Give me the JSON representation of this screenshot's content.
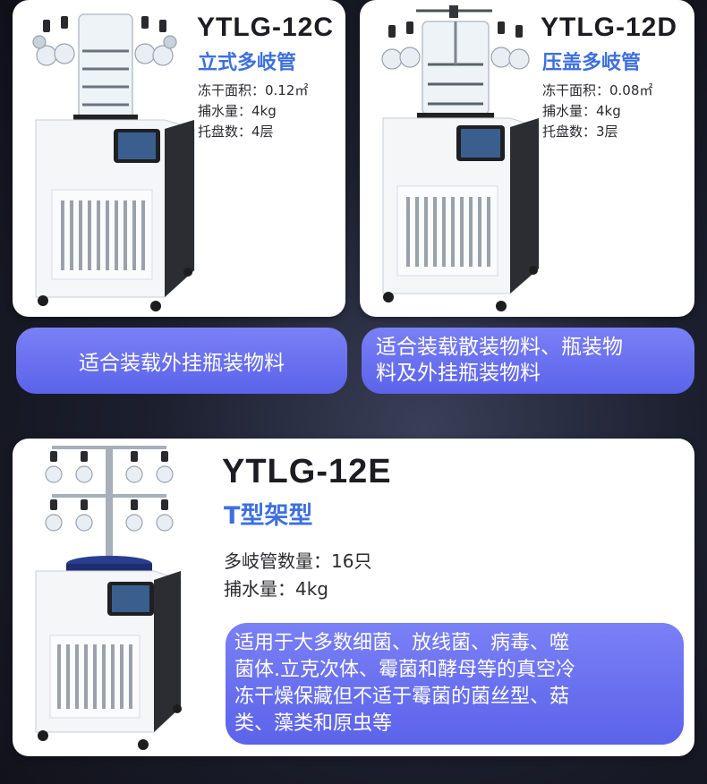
{
  "cards": [
    {
      "model": "YTLG-12C",
      "subtitle": "立式多岐管",
      "specs": [
        "冻干面积：0.12㎡",
        "捕水量：4kg",
        "托盘数：4层"
      ],
      "note": "适合装载外挂瓶装物料"
    },
    {
      "model": "YTLG-12D",
      "subtitle": "压盖多岐管",
      "specs": [
        "冻干面积：0.08㎡",
        "捕水量：4kg",
        "托盘数：3层"
      ],
      "note_lines": [
        "适合装载散装物料、瓶装物",
        "料及外挂瓶装物料"
      ]
    },
    {
      "model": "YTLG-12E",
      "subtitle": "T型架型",
      "specs": [
        "多岐管数量：16只",
        "捕水量：4kg"
      ],
      "note_lines": [
        "适用于大多数细菌、放线菌、病毒、噬",
        "菌体.立克次体、霉菌和酵母等的真空冷",
        "冻干燥保藏但不适于霉菌的菌丝型、菇",
        "类、藻类和原虫等"
      ]
    }
  ],
  "colors": {
    "accent": "#3d6fe0",
    "pill": "#6068ee",
    "background": "#1c1f2e"
  }
}
